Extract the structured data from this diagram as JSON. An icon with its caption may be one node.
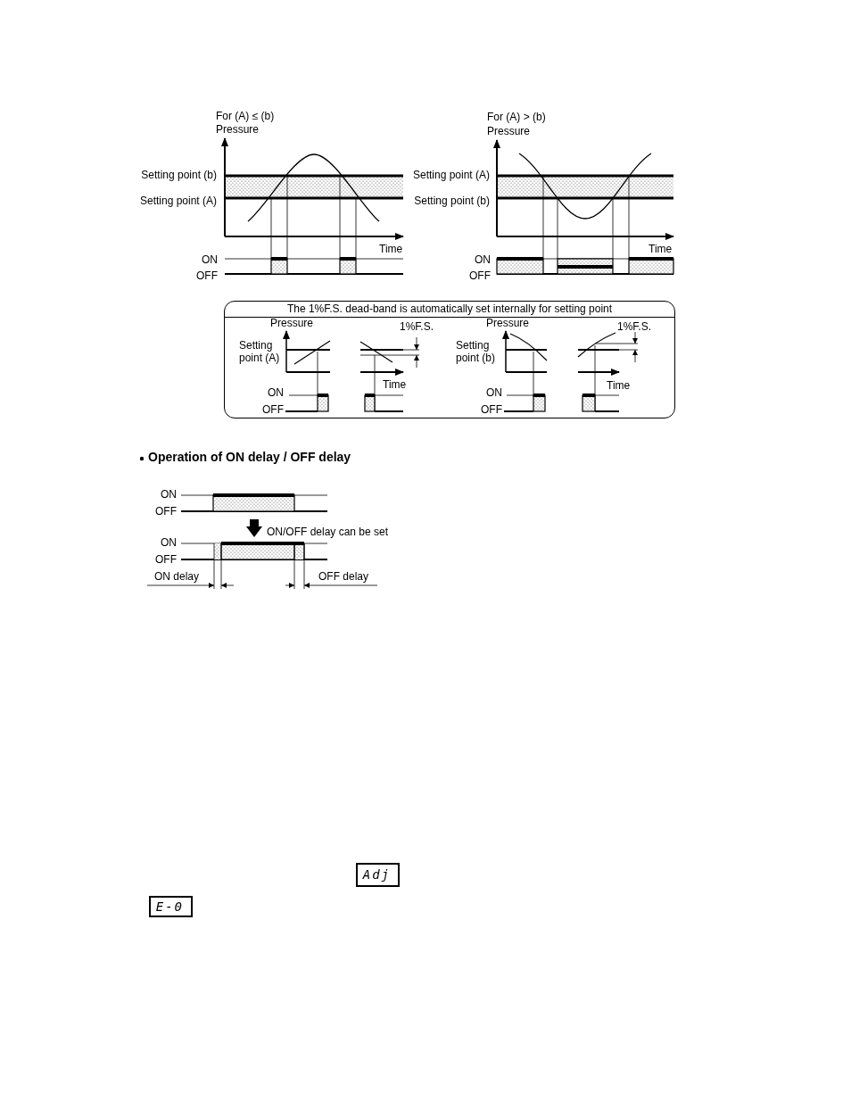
{
  "diagram": {
    "nodes": [
      {
        "text": [
          "The 1%F.S. dead-band is automatically set internally for setting point"
        ]
      },
      {
        "text": [
          "Adj"
        ]
      },
      {
        "text": [
          "E-0"
        ]
      }
    ],
    "labels": [
      "For (A) ≤ (b)",
      "Pressure",
      "Setting point (b)",
      "Setting point (A)",
      "Time",
      "ON",
      "OFF",
      "For (A) > (b)",
      "Pressure",
      "Setting point (A)",
      "Setting point (b)",
      "Time",
      "ON",
      "OFF",
      "Pressure",
      "Setting point (A)",
      "1%F.S.",
      "Time",
      "ON",
      "OFF",
      "Pressure",
      "Setting point (b)",
      "1%F.S.",
      "Time",
      "ON",
      "OFF",
      "Operation of ON delay / OFF delay",
      "ON",
      "OFF",
      "ON/OFF delay can be set",
      "ON",
      "OFF",
      "ON delay",
      "OFF delay"
    ]
  }
}
